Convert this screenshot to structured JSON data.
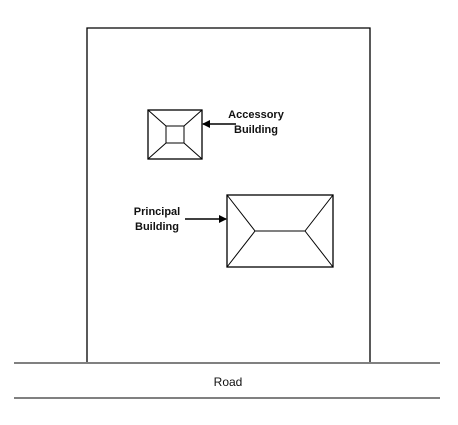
{
  "labels": {
    "accessory_line1": "Accessory",
    "accessory_line2": "Building",
    "principal_line1": "Principal",
    "principal_line2": "Building",
    "road": "Road"
  },
  "colors": {
    "line": "#000000",
    "background": "#ffffff"
  }
}
